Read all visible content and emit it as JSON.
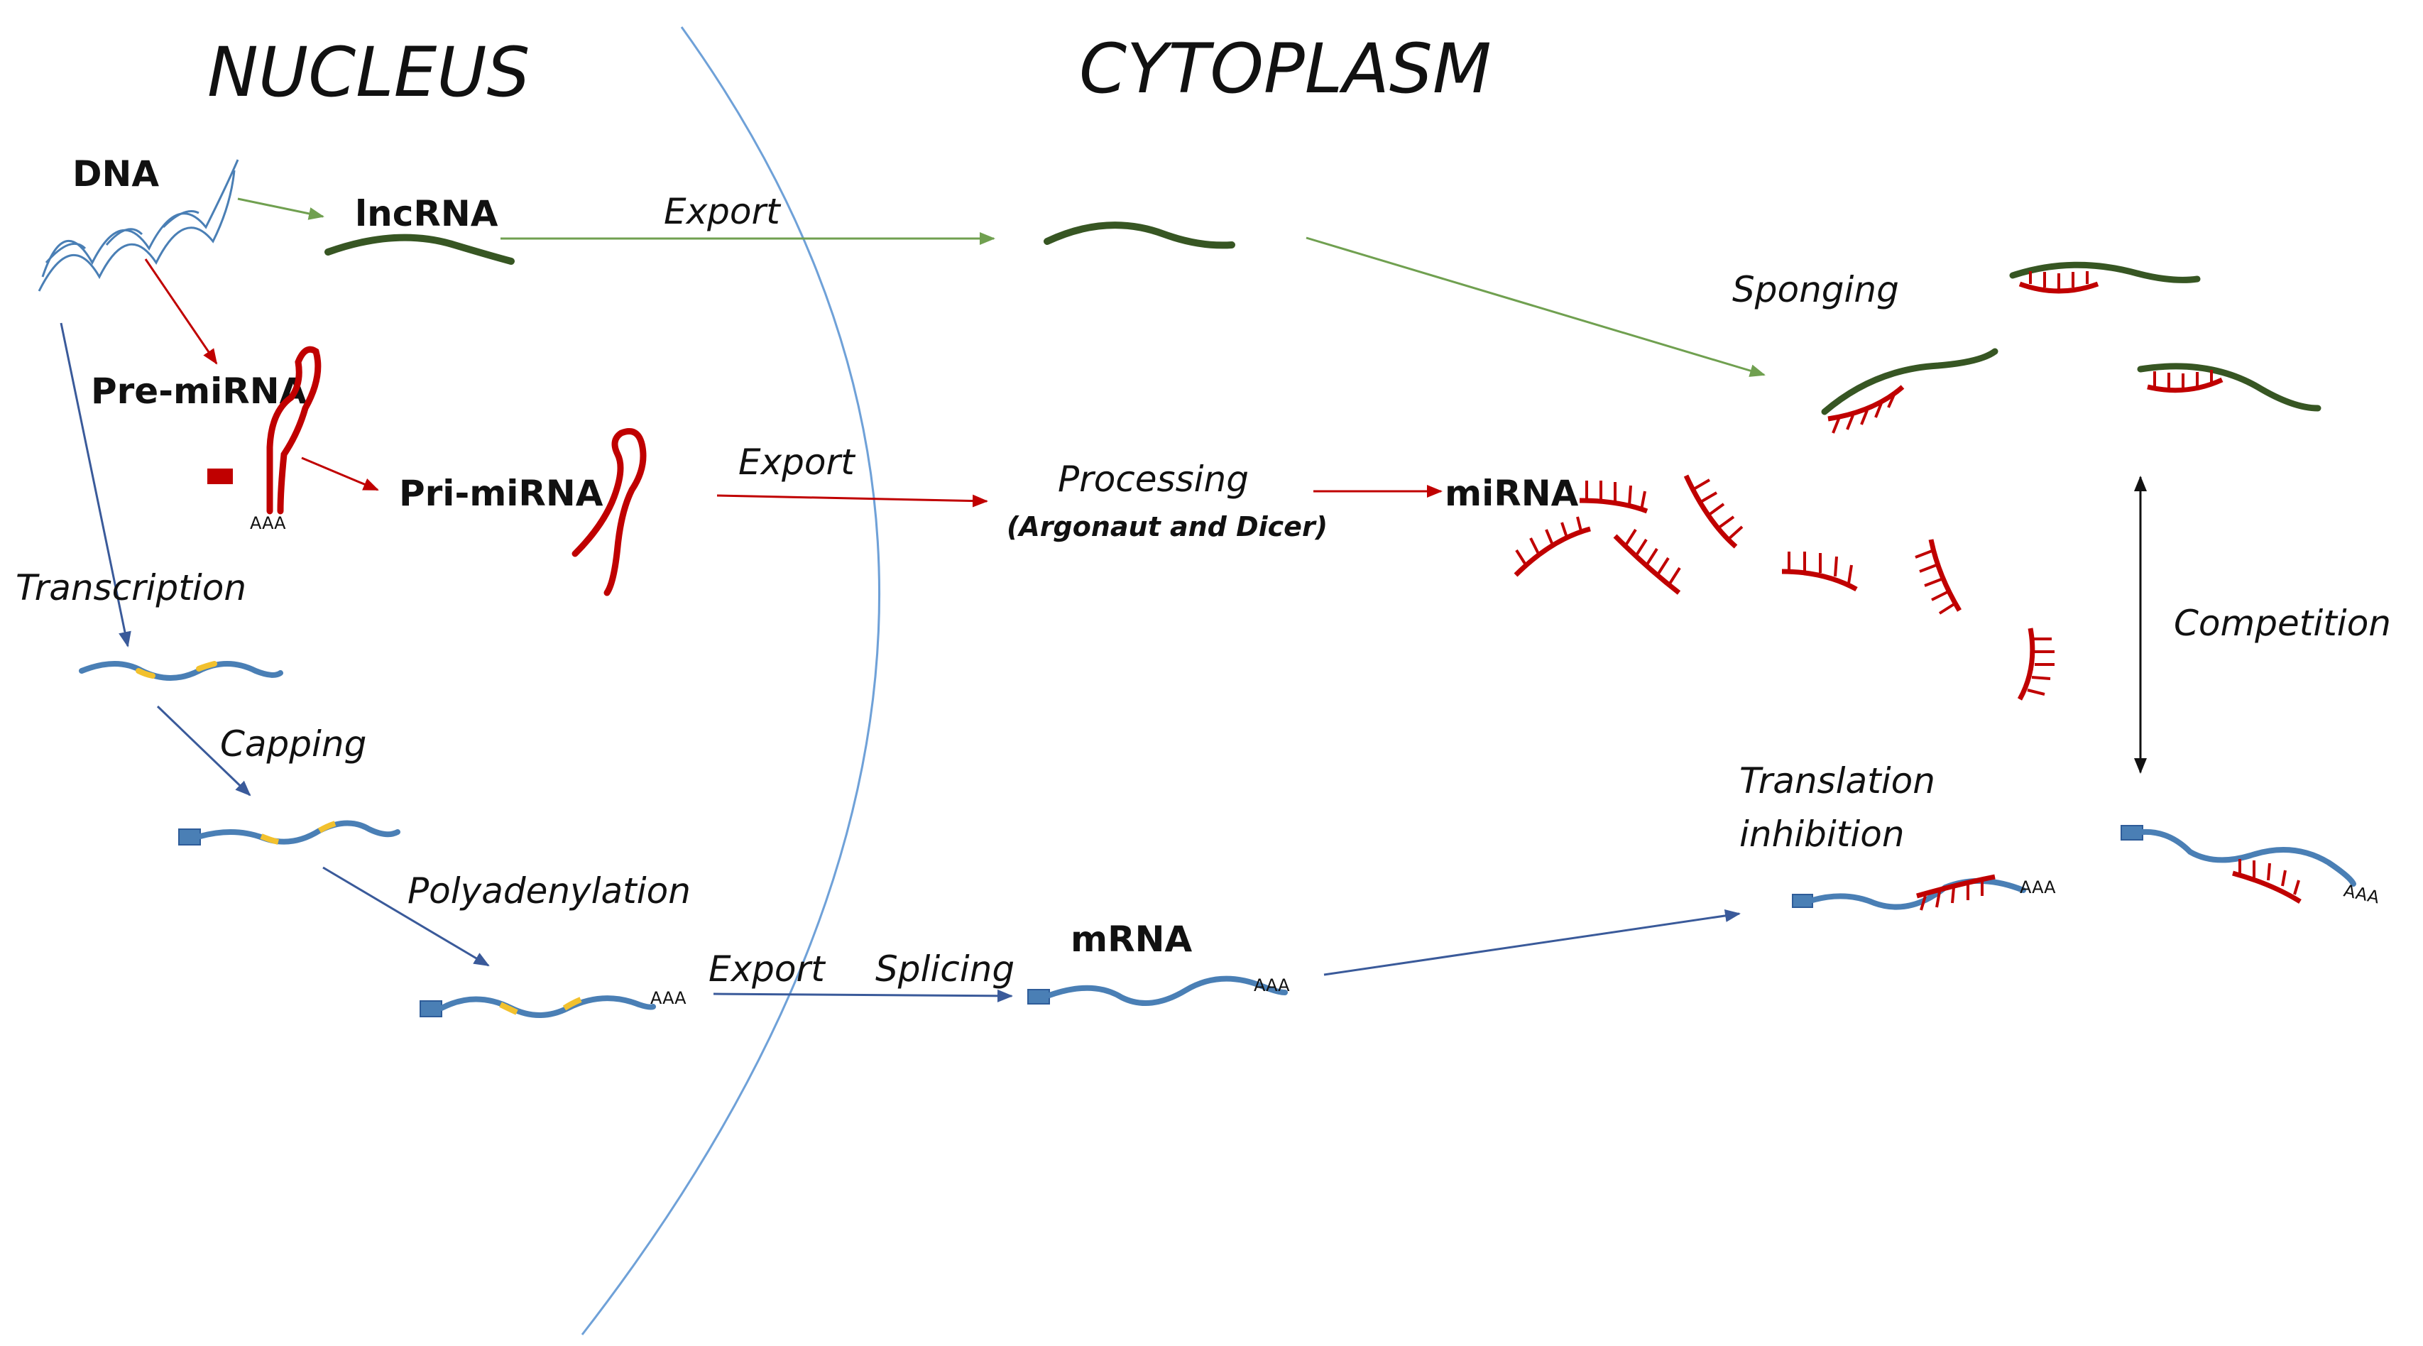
{
  "regions": {
    "nucleus": "NUCLEUS",
    "cytoplasm": "CYTOPLASM"
  },
  "labels": {
    "dna": "DNA",
    "lncrna": "lncRNA",
    "pre_mirna": "Pre-miRNA",
    "pri_mirna": "Pri-miRNA",
    "mirna": "miRNA",
    "mrna": "mRNA",
    "aaa": "AAA"
  },
  "processes": {
    "export_lnc": "Export",
    "export_mi": "Export",
    "export_m": "Export",
    "transcription": "Transcription",
    "capping": "Capping",
    "polyadenylation": "Polyadenylation",
    "splicing": "Splicing",
    "processing": "Processing",
    "processing_detail": "(Argonaut and Dicer)",
    "sponging": "Sponging",
    "competition": "Competition",
    "translation_1": "Translation",
    "translation_2": "inhibition"
  },
  "colors": {
    "lncrna": "#375623",
    "mirna": "#c00000",
    "mrna": "#2e5c99",
    "mrna_strand": "#4a7fb5",
    "exon_marker": "#f2c12e",
    "membrane": "#6fa1d8",
    "dna": "#4a7fb5",
    "arrow_green": "#70a050",
    "arrow_red": "#c00000",
    "arrow_blue": "#3a5a9a",
    "arrow_black": "#111111"
  }
}
